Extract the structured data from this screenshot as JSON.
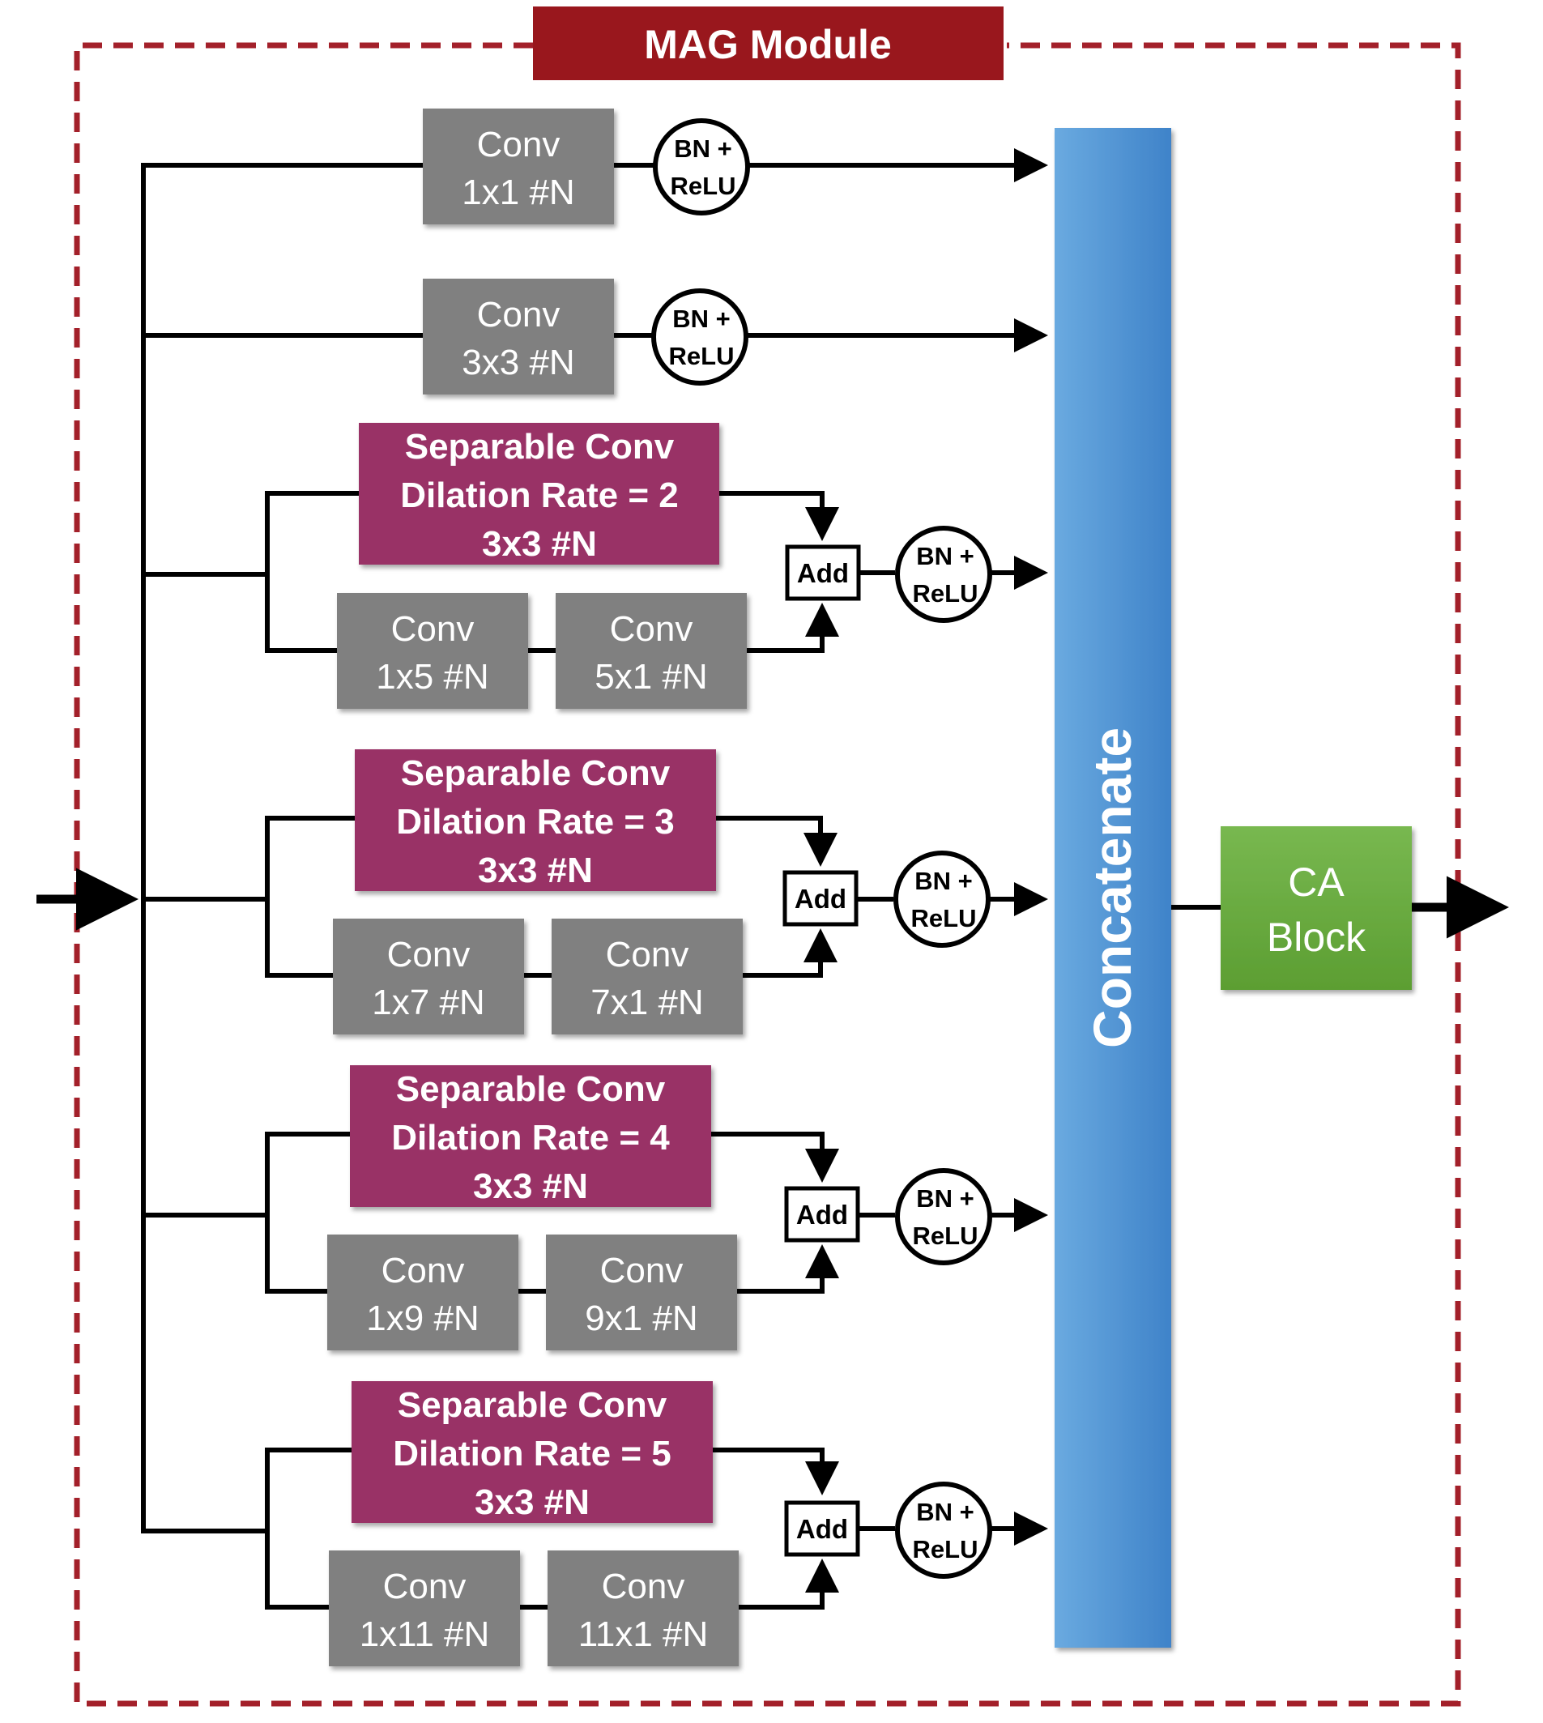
{
  "module_title": "MAG Module",
  "concatenate_label": "Concatenate",
  "ca_block": {
    "line1": "CA",
    "line2": "Block"
  },
  "simple_branches": [
    {
      "conv_line1": "Conv",
      "conv_line2": "1x1 #N",
      "bn_line1": "BN +",
      "bn_line2": "ReLU"
    },
    {
      "conv_line1": "Conv",
      "conv_line2": "3x3 #N",
      "bn_line1": "BN +",
      "bn_line2": "ReLU"
    }
  ],
  "dilated_branches": [
    {
      "sep_line1": "Separable Conv",
      "sep_line2": "Dilation Rate = 2",
      "sep_line3": "3x3 #N",
      "conv_a_line1": "Conv",
      "conv_a_line2": "1x5 #N",
      "conv_b_line1": "Conv",
      "conv_b_line2": "5x1 #N",
      "add_label": "Add",
      "bn_line1": "BN +",
      "bn_line2": "ReLU"
    },
    {
      "sep_line1": "Separable Conv",
      "sep_line2": "Dilation Rate = 3",
      "sep_line3": "3x3 #N",
      "conv_a_line1": "Conv",
      "conv_a_line2": "1x7 #N",
      "conv_b_line1": "Conv",
      "conv_b_line2": "7x1 #N",
      "add_label": "Add",
      "bn_line1": "BN +",
      "bn_line2": "ReLU"
    },
    {
      "sep_line1": "Separable Conv",
      "sep_line2": "Dilation Rate = 4",
      "sep_line3": "3x3 #N",
      "conv_a_line1": "Conv",
      "conv_a_line2": "1x9 #N",
      "conv_b_line1": "Conv",
      "conv_b_line2": "9x1 #N",
      "add_label": "Add",
      "bn_line1": "BN +",
      "bn_line2": "ReLU"
    },
    {
      "sep_line1": "Separable Conv",
      "sep_line2": "Dilation Rate = 5",
      "sep_line3": "3x3 #N",
      "conv_a_line1": "Conv",
      "conv_a_line2": "1x11 #N",
      "conv_b_line1": "Conv",
      "conv_b_line2": "11x1 #N",
      "add_label": "Add",
      "bn_line1": "BN +",
      "bn_line2": "ReLU"
    }
  ],
  "colors": {
    "title_red": "#99171d",
    "dashed_border": "#a3202a",
    "conv_grey": "#808080",
    "separable_magenta": "#993366",
    "concat_blue": "#5b9bd5",
    "ca_green": "#6aac3e"
  }
}
